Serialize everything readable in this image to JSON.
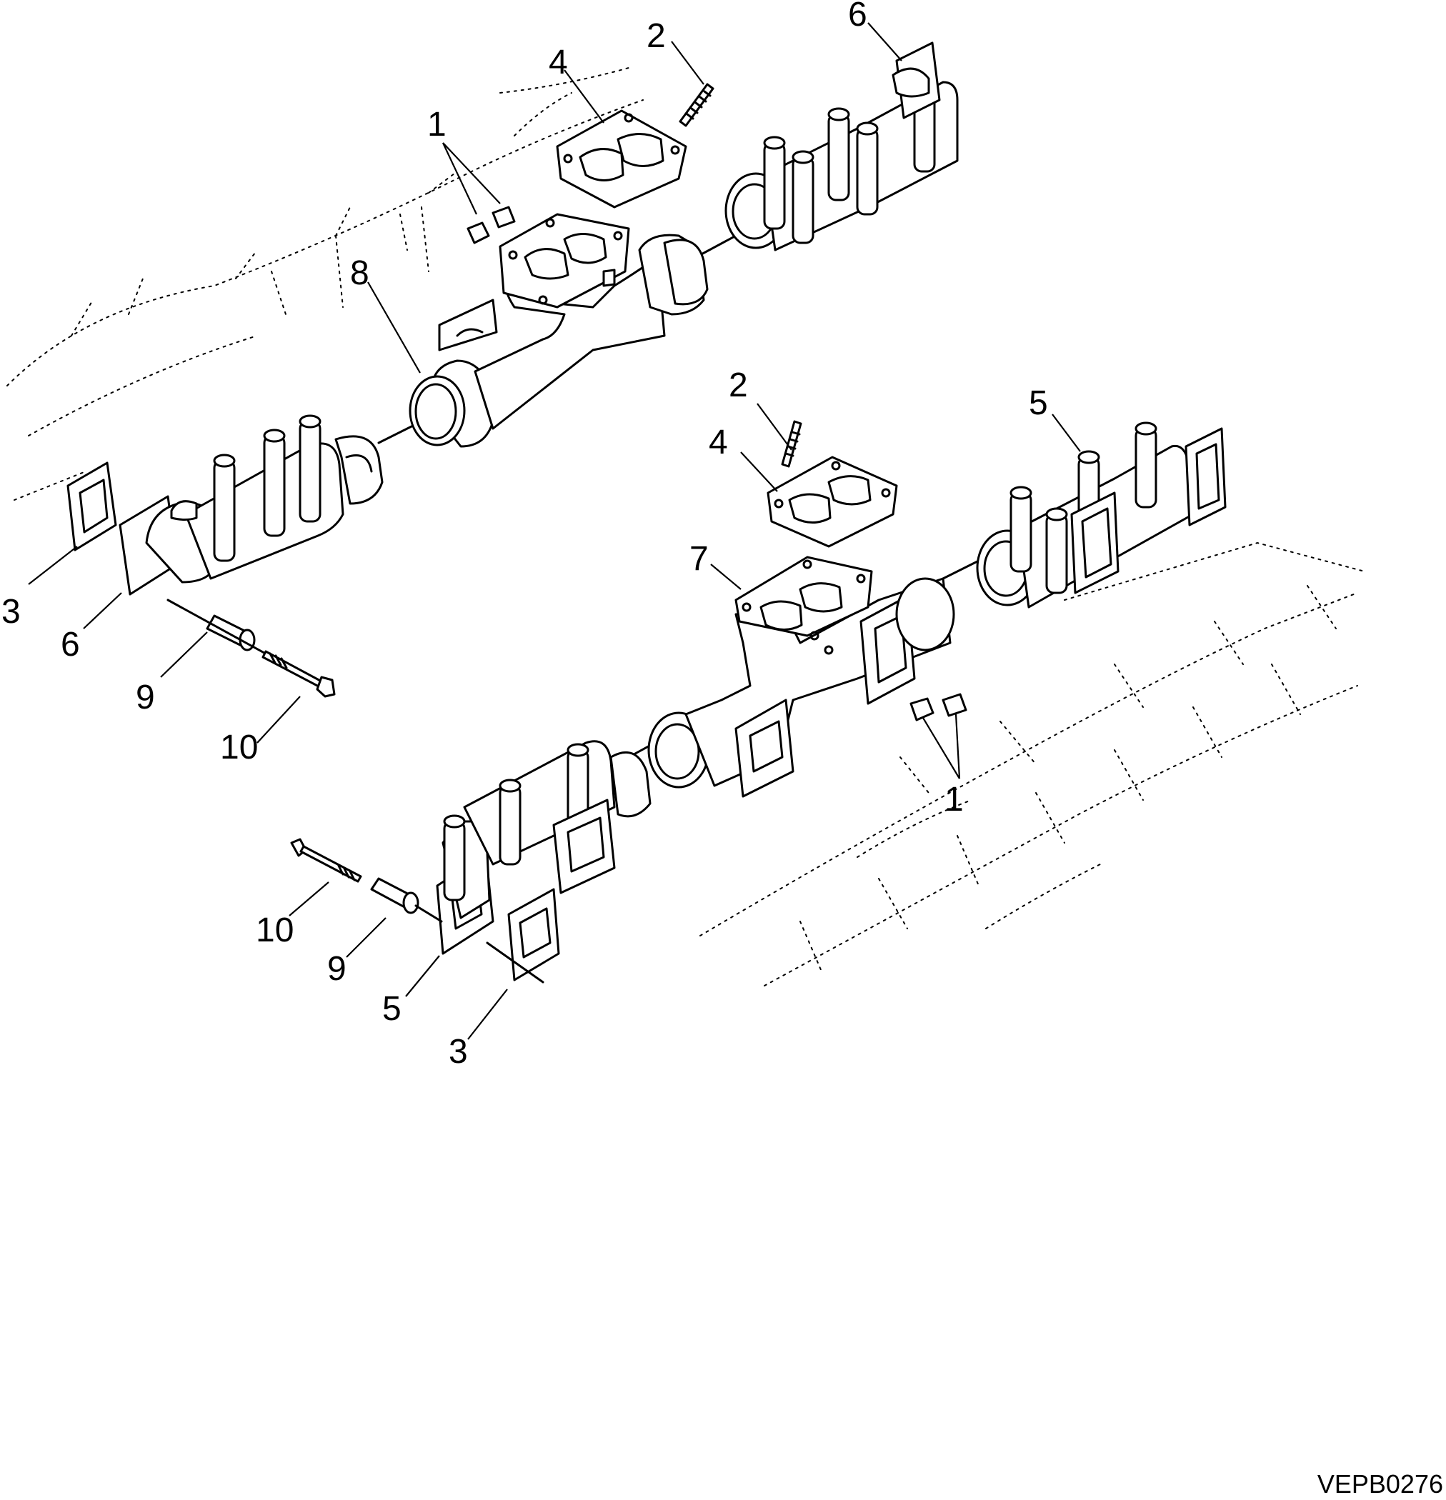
{
  "drawing": {
    "reference_code": "VEPB0276",
    "callouts": [
      {
        "id": "c1a",
        "label": "1"
      },
      {
        "id": "c2a",
        "label": "2"
      },
      {
        "id": "c4a",
        "label": "4"
      },
      {
        "id": "c6a",
        "label": "6"
      },
      {
        "id": "c8",
        "label": "8"
      },
      {
        "id": "c3a",
        "label": "3"
      },
      {
        "id": "c6b",
        "label": "6"
      },
      {
        "id": "c9a",
        "label": "9"
      },
      {
        "id": "c10a",
        "label": "10"
      },
      {
        "id": "c2b",
        "label": "2"
      },
      {
        "id": "c4b",
        "label": "4"
      },
      {
        "id": "c5a",
        "label": "5"
      },
      {
        "id": "c7",
        "label": "7"
      },
      {
        "id": "c1b",
        "label": "1"
      },
      {
        "id": "c10b",
        "label": "10"
      },
      {
        "id": "c9b",
        "label": "9"
      },
      {
        "id": "c5b",
        "label": "5"
      },
      {
        "id": "c3b",
        "label": "3"
      }
    ]
  }
}
